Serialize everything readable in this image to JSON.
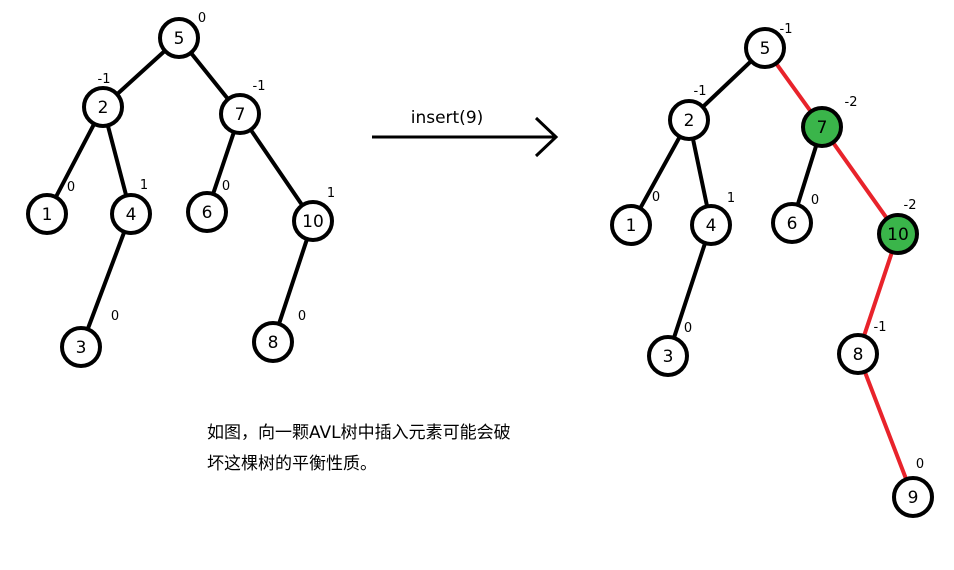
{
  "colors": {
    "edge_normal": "#000000",
    "edge_highlight": "#e8232b",
    "node_highlight_fill": "#3ab54a",
    "node_fill": "#ffffff",
    "node_stroke": "#000000"
  },
  "operation": {
    "label": "insert(9)"
  },
  "caption": {
    "line1": "如图，向一颗AVL树中插入元素可能会破",
    "line2": "坏这棵树的平衡性质。"
  },
  "trees": {
    "before": {
      "nodes": [
        {
          "id": "b5",
          "value": "5",
          "bf": "0"
        },
        {
          "id": "b2",
          "value": "2",
          "bf": "-1"
        },
        {
          "id": "b7",
          "value": "7",
          "bf": "-1"
        },
        {
          "id": "b1",
          "value": "1",
          "bf": "0"
        },
        {
          "id": "b4",
          "value": "4",
          "bf": "1"
        },
        {
          "id": "b6",
          "value": "6",
          "bf": "0"
        },
        {
          "id": "b10",
          "value": "10",
          "bf": "1"
        },
        {
          "id": "b3",
          "value": "3",
          "bf": "0"
        },
        {
          "id": "b8",
          "value": "8",
          "bf": "0"
        }
      ],
      "edges": [
        [
          "b5",
          "b2"
        ],
        [
          "b5",
          "b7"
        ],
        [
          "b2",
          "b1"
        ],
        [
          "b2",
          "b4"
        ],
        [
          "b4",
          "b3"
        ],
        [
          "b7",
          "b6"
        ],
        [
          "b7",
          "b10"
        ],
        [
          "b10",
          "b8"
        ]
      ]
    },
    "after": {
      "nodes": [
        {
          "id": "a5",
          "value": "5",
          "bf": "-1"
        },
        {
          "id": "a2",
          "value": "2",
          "bf": "-1"
        },
        {
          "id": "a7",
          "value": "7",
          "bf": "-2",
          "highlight": true
        },
        {
          "id": "a1",
          "value": "1",
          "bf": "0"
        },
        {
          "id": "a4",
          "value": "4",
          "bf": "1"
        },
        {
          "id": "a6",
          "value": "6",
          "bf": "0"
        },
        {
          "id": "a10",
          "value": "10",
          "bf": "-2",
          "highlight": true
        },
        {
          "id": "a3",
          "value": "3",
          "bf": "0"
        },
        {
          "id": "a8",
          "value": "8",
          "bf": "-1"
        },
        {
          "id": "a9",
          "value": "9",
          "bf": "0"
        }
      ],
      "edges": [
        {
          "from": "a5",
          "to": "a2"
        },
        {
          "from": "a5",
          "to": "a7",
          "highlight": true
        },
        {
          "from": "a2",
          "to": "a1"
        },
        {
          "from": "a2",
          "to": "a4"
        },
        {
          "from": "a4",
          "to": "a3"
        },
        {
          "from": "a7",
          "to": "a6"
        },
        {
          "from": "a7",
          "to": "a10",
          "highlight": true
        },
        {
          "from": "a10",
          "to": "a8",
          "highlight": true
        },
        {
          "from": "a8",
          "to": "a9",
          "highlight": true
        }
      ]
    }
  }
}
